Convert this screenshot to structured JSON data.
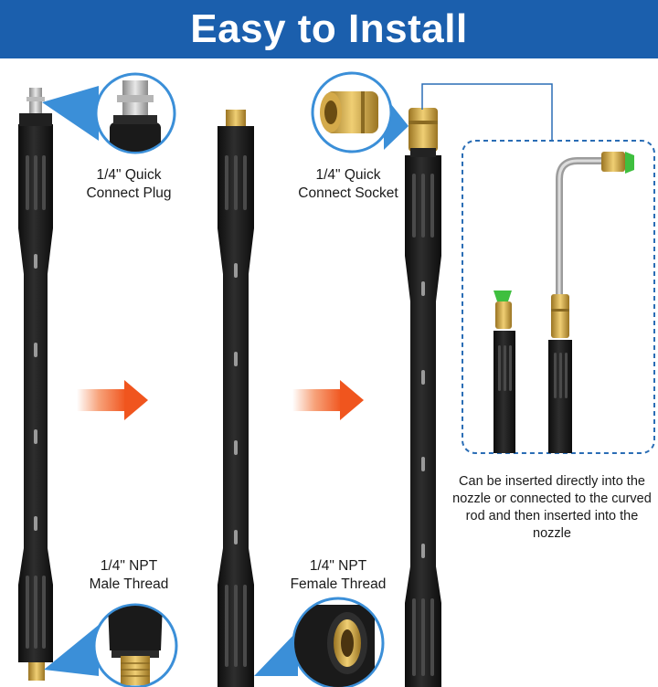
{
  "header": {
    "title": "Easy to Install"
  },
  "labels": {
    "plug": "1/4\" Quick\nConnect Plug",
    "socket": "1/4\" Quick\nConnect Socket",
    "male": "1/4\" NPT\nMale Thread",
    "female": "1/4\" NPT\nFemale Thread"
  },
  "note": "Can be inserted directly into the nozzle or connected to the curved rod and then inserted into the nozzle",
  "colors": {
    "banner": "#1b5fad",
    "callout": "#3b8fd8",
    "arrow": "#f0551e",
    "wand": "#1c1c1c",
    "brass": "#c8a040",
    "nozzle_green": "#3fbf3f",
    "dashed_frame": "#2a6db5"
  },
  "icons": [
    "quick-connect-plug-icon",
    "quick-connect-socket-icon",
    "male-thread-icon",
    "female-thread-icon",
    "arrow-right-icon"
  ]
}
